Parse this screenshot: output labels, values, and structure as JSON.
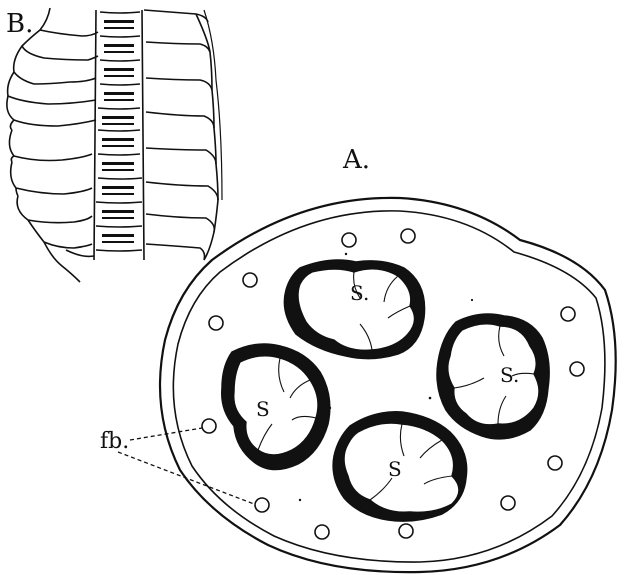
{
  "labels": {
    "panel_b": "B.",
    "panel_a": "A.",
    "sporangium_1": "S.",
    "sporangium_2": "S.",
    "sporangium_3": "S",
    "sporangium_4": "S",
    "fibrovascular": "fb."
  },
  "colors": {
    "ink": "#111111",
    "paper": "#ffffff"
  }
}
